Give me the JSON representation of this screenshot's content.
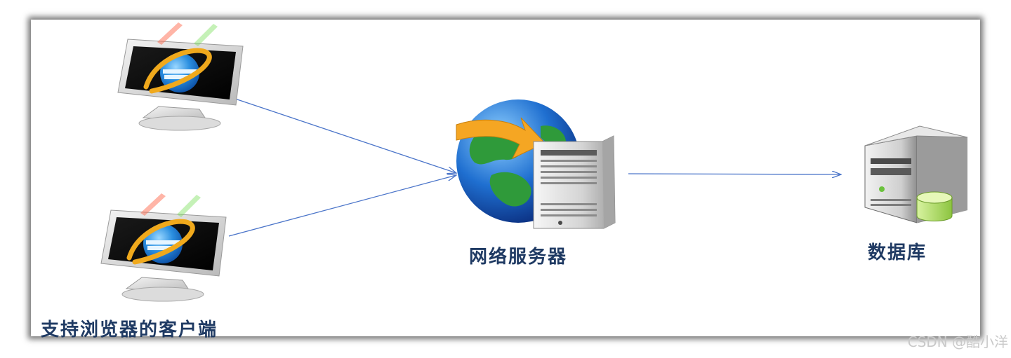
{
  "diagram": {
    "nodes": {
      "clients_label": "支持浏览器的客户端",
      "server_label": "网络服务器",
      "database_label": "数据库"
    }
  },
  "watermark": "CSDN @酷小洋",
  "colors": {
    "arrow": "#4a74c9",
    "label": "#1f3a63",
    "frame_shadow": "#555555"
  },
  "icons": [
    "ie-monitor-icon",
    "ie-monitor-icon",
    "globe-server-icon",
    "database-server-icon"
  ]
}
